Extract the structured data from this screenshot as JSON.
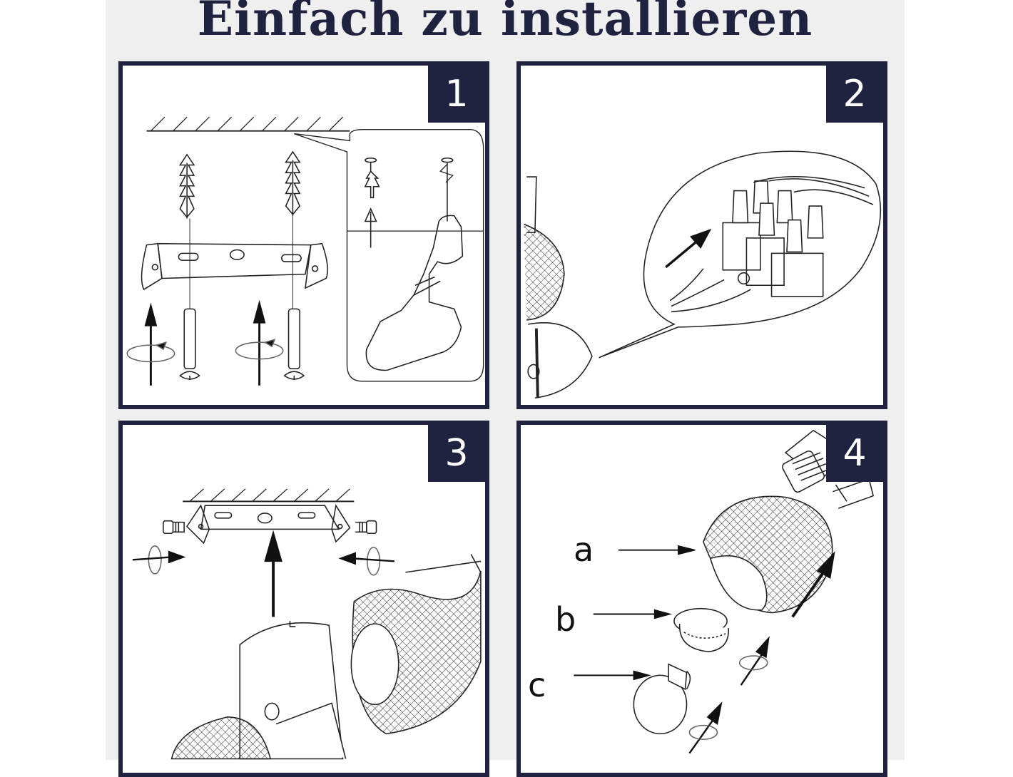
{
  "title": "Einfach zu installieren",
  "colors": {
    "navy": "#1f2340",
    "sheet": "#efefef",
    "line": "#222222"
  },
  "steps": [
    {
      "number": "1"
    },
    {
      "number": "2"
    },
    {
      "number": "3"
    },
    {
      "number": "4",
      "parts": [
        "a",
        "b",
        "c"
      ]
    }
  ]
}
